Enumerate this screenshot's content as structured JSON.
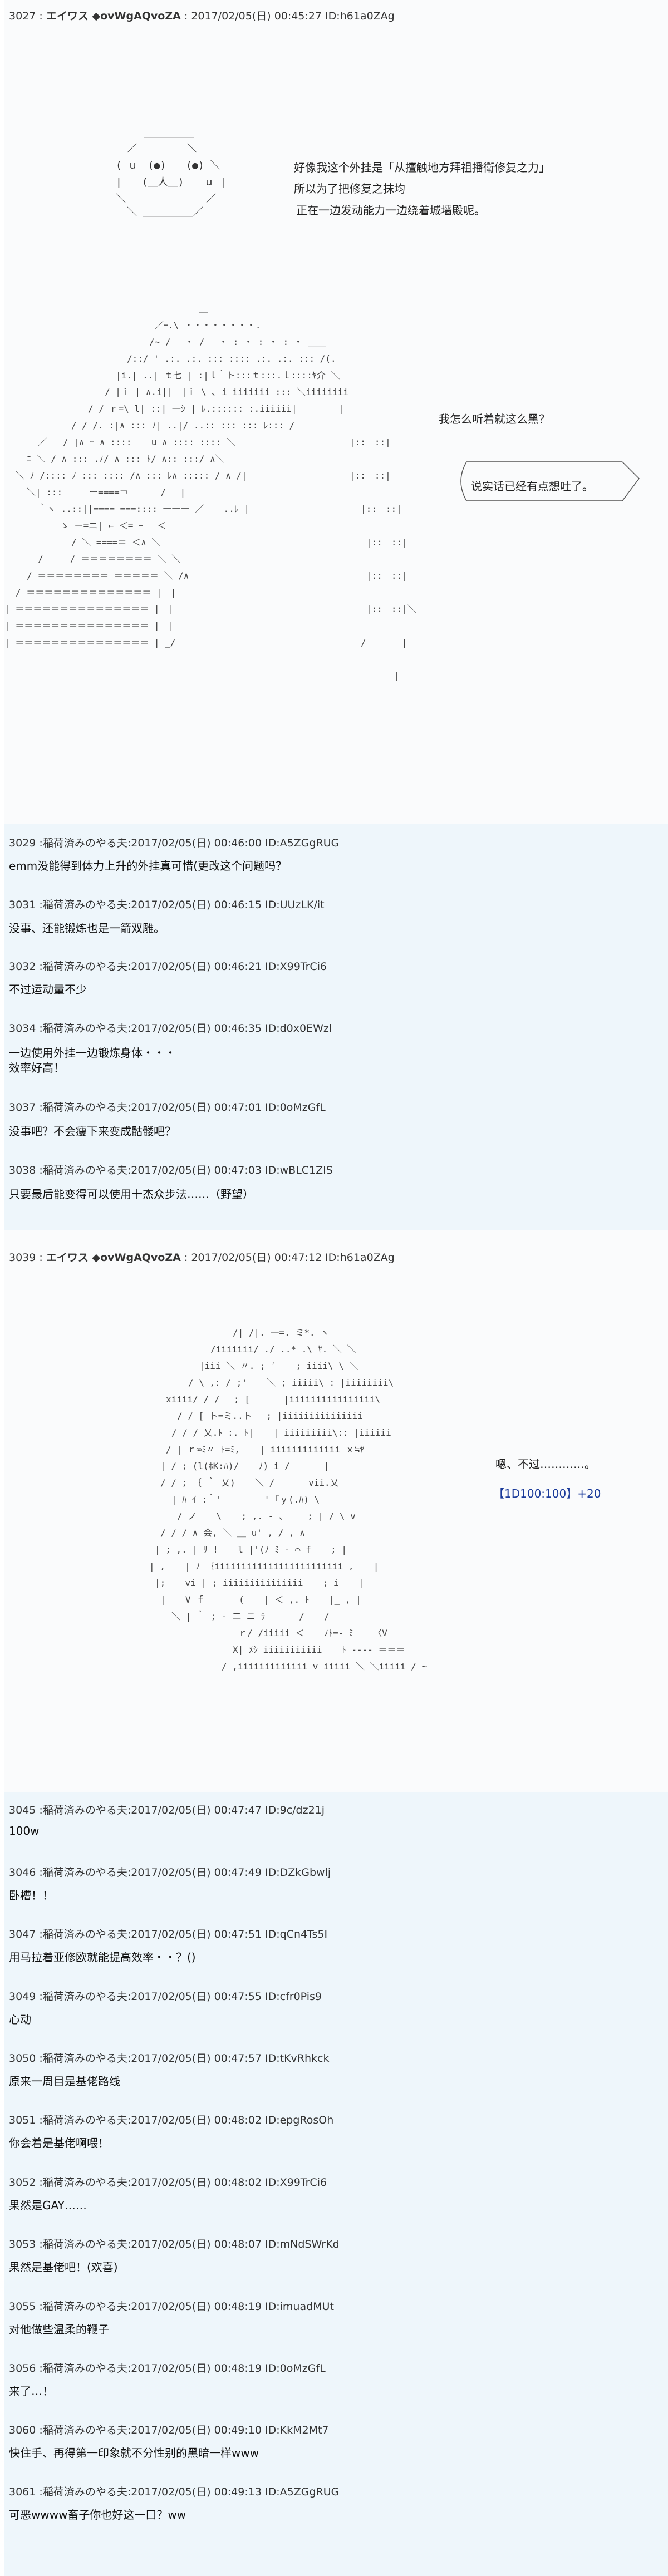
{
  "posts_main": [
    {
      "header": {
        "num": "3027",
        "name": "エイワス ◆ovWgAQvoZA",
        "meta": "2017/02/05(日) 00:45:27 ID:h61a0ZAg"
      },
      "lines": [
        "好像我这个外挂是「从擅触地方拜祖播衛修复之力」",
        "所以为了把修复之抹均",
        "正在一边发动能力一边绕着城墙殿呢。"
      ],
      "bubble": [
        "我怎么听着就这么黑？",
        "说实话已经有点想吐了。"
      ]
    },
    {
      "header": {
        "num": "3039",
        "name": "エイワス ◆ovWgAQvoZA",
        "meta": "2017/02/05(日) 00:47:12 ID:h61a0ZAg"
      },
      "lines": [
        "嗯、不过…………。"
      ],
      "dice": "【1D100:100】+20"
    }
  ],
  "replies_a": [
    {
      "num": "3029",
      "name": "稲荷済みのやる夫",
      "meta": "2017/02/05(日) 00:46:00 ID:A5ZGgRUG",
      "text": [
        "emm没能得到体力上升的外挂真可惜(更改这个问题吗？"
      ]
    },
    {
      "num": "3031",
      "name": "稲荷済みのやる夫",
      "meta": "2017/02/05(日) 00:46:15 ID:UUzLK/it",
      "text": [
        "没事、还能锻炼也是一箭双雕。"
      ]
    },
    {
      "num": "3032",
      "name": "稲荷済みのやる夫",
      "meta": "2017/02/05(日) 00:46:21 ID:X99TrCi6",
      "text": [
        "不过运动量不少"
      ]
    },
    {
      "num": "3034",
      "name": "稲荷済みのやる夫",
      "meta": "2017/02/05(日) 00:46:35 ID:d0x0EWzl",
      "text": [
        "一边使用外挂一边锻炼身体・・・",
        "效率好高！"
      ]
    },
    {
      "num": "3037",
      "name": "稲荷済みのやる夫",
      "meta": "2017/02/05(日) 00:47:01 ID:0oMzGfL",
      "text": [
        "没事吧？不会瘦下来变成骷髅吧？"
      ]
    },
    {
      "num": "3038",
      "name": "稲荷済みのやる夫",
      "meta": "2017/02/05(日) 00:47:03 ID:wBLC1ZIS",
      "text": [
        "只要最后能变得可以使用十杰众步法……（野望）"
      ]
    }
  ],
  "replies_b": [
    {
      "num": "3045",
      "name": "稲荷済みのやる夫",
      "meta": "2017/02/05(日) 00:47:47 ID:9c/dz21j",
      "text": [
        "100w"
      ]
    },
    {
      "num": "3046",
      "name": "稲荷済みのやる夫",
      "meta": "2017/02/05(日) 00:47:49 ID:DZkGbwlj",
      "text": [
        "卧槽！！"
      ]
    },
    {
      "num": "3047",
      "name": "稲荷済みのやる夫",
      "meta": "2017/02/05(日) 00:47:51 ID:qCn4Ts5I",
      "text": [
        "用马拉着亚修欧就能提高效率・・？()"
      ]
    },
    {
      "num": "3049",
      "name": "稲荷済みのやる夫",
      "meta": "2017/02/05(日) 00:47:55 ID:cfr0Pis9",
      "text": [
        "心动"
      ]
    },
    {
      "num": "3050",
      "name": "稲荷済みのやる夫",
      "meta": "2017/02/05(日) 00:47:57 ID:tKvRhkck",
      "text": [
        "原来一周目是基佬路线"
      ]
    },
    {
      "num": "3051",
      "name": "稲荷済みのやる夫",
      "meta": "2017/02/05(日) 00:48:02 ID:epgRosOh",
      "text": [
        "你会着是基佬啊喂！"
      ]
    },
    {
      "num": "3052",
      "name": "稲荷済みのやる夫",
      "meta": "2017/02/05(日) 00:48:02 ID:X99TrCi6",
      "text": [
        "果然是GAY……"
      ]
    },
    {
      "num": "3053",
      "name": "稲荷済みのやる夫",
      "meta": "2017/02/05(日) 00:48:07 ID:mNdSWrKd",
      "text": [
        "果然是基佬吧！(欢喜)"
      ]
    },
    {
      "num": "3055",
      "name": "稲荷済みのやる夫",
      "meta": "2017/02/05(日) 00:48:19 ID:imuadMUt",
      "text": [
        "对他做些温柔的鞭子"
      ]
    },
    {
      "num": "3056",
      "name": "稲荷済みのやる夫",
      "meta": "2017/02/05(日) 00:48:19 ID:0oMzGfL",
      "text": [
        "来了…！"
      ]
    },
    {
      "num": "3060",
      "name": "稲荷済みのやる夫",
      "meta": "2017/02/05(日) 00:49:10 ID:KkM2Mt7",
      "text": [
        "快住手、再得第一印象就不分性别的黑暗一样www"
      ]
    },
    {
      "num": "3061",
      "name": "稲荷済みのやる夫",
      "meta": "2017/02/05(日) 00:49:13 ID:A5ZGgRUG",
      "text": [
        "可恶wwww畜子你也好这一口？ww"
      ]
    }
  ]
}
